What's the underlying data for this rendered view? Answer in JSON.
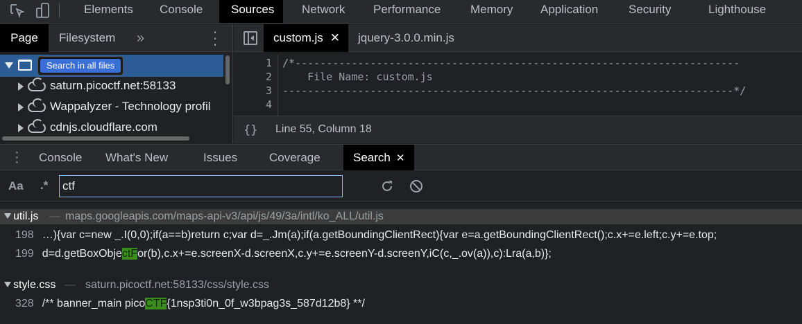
{
  "toolbar": {
    "tabs": [
      "Elements",
      "Console",
      "Sources",
      "Network",
      "Performance",
      "Memory",
      "Application",
      "Security",
      "Lighthouse"
    ],
    "active": "Sources"
  },
  "navigator": {
    "tabs": [
      "Page",
      "Filesystem"
    ],
    "more": "»",
    "tooltip": "Search in all files",
    "items": [
      "saturn.picoctf.net:58133",
      "Wappalyzer - Technology profil",
      "cdnjs.cloudflare.com"
    ]
  },
  "editor": {
    "tabs": [
      "custom.js",
      "jquery-3.0.0.min.js"
    ],
    "lines": [
      {
        "n": "1",
        "t": "/*-----------------------------------------------------------------------"
      },
      {
        "n": "2",
        "t": "    File Name: custom.js"
      },
      {
        "n": "3",
        "t": "------------------------------------------------------------------------*/"
      },
      {
        "n": "4",
        "t": ""
      }
    ],
    "status": "Line 55, Column 18",
    "format_icon": "{}"
  },
  "drawer": {
    "tabs": [
      "Console",
      "What's New",
      "Issues",
      "Coverage",
      "Search"
    ],
    "active": "Search"
  },
  "search": {
    "case_label": "Aa",
    "regex_label": ".*",
    "query": "ctf"
  },
  "results": [
    {
      "file": "util.js",
      "sep": "—",
      "path": "maps.googleapis.com/maps-api-v3/api/js/49/3a/intl/ko_ALL/util.js",
      "lines": [
        {
          "n": "198",
          "pre": "…){var c=new _.I(0,0);if(a==b)return c;var d=_.Jm(a);if(a.getBoundingClientRect){var e=a.getBoundingClientRect();c.x+=e.left;c.y+=e.top;",
          "match": "",
          "post": ""
        },
        {
          "n": "199",
          "pre": "d=d.getBoxObje",
          "match": "ctF",
          "post": "or(b),c.x+=e.screenX-d.screenX,c.y+=e.screenY-d.screenY,iC(c,_.ov(a)),c):Lra(a,b)};"
        }
      ]
    },
    {
      "file": "style.css",
      "sep": "—",
      "path": "saturn.picoctf.net:58133/css/style.css",
      "lines": [
        {
          "n": "328",
          "pre": "/** banner_main pico",
          "match": "CTF",
          "post": "{1nsp3ti0n_0f_w3bpag3s_587d12b8} **/"
        }
      ]
    }
  ]
}
